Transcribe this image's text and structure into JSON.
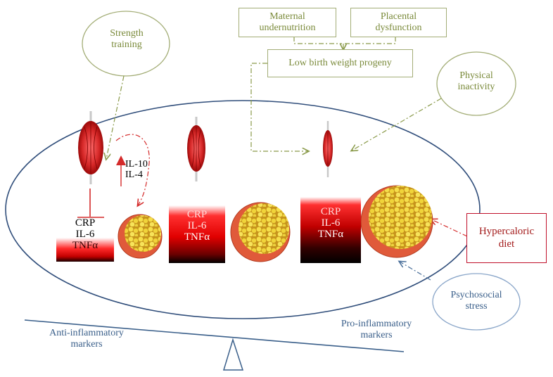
{
  "nodes": {
    "strength_training": "Strength\ntraining",
    "maternal_undernutrition": "Maternal\nundernutrition",
    "placental_dysfunction": "Placental\ndysfunction",
    "low_birth_weight": "Low birth weight progeny",
    "physical_inactivity": "Physical\ninactivity",
    "hypercaloric_diet": "Hypercaloric\ndiet",
    "psychosocial_stress": "Psychosocial\nstress"
  },
  "cytokines_up": [
    "IL-10",
    "IL-4"
  ],
  "marker_groups": [
    {
      "crp": "CRP",
      "il6": "IL-6",
      "tnf": "TNFα"
    },
    {
      "crp": "CRP",
      "il6": "IL-6",
      "tnf": "TNFα"
    },
    {
      "crp": "CRP",
      "il6": "IL-6",
      "tnf": "TNFα"
    }
  ],
  "scale": {
    "left": "Anti-inflammatory\nmarkers",
    "right": "Pro-inflammatory\nmarkers"
  },
  "colors": {
    "olive": "#8a9a4a",
    "blue": "#3a5f8a",
    "red": "#c0102a",
    "dark_red": "#a31b1b"
  }
}
